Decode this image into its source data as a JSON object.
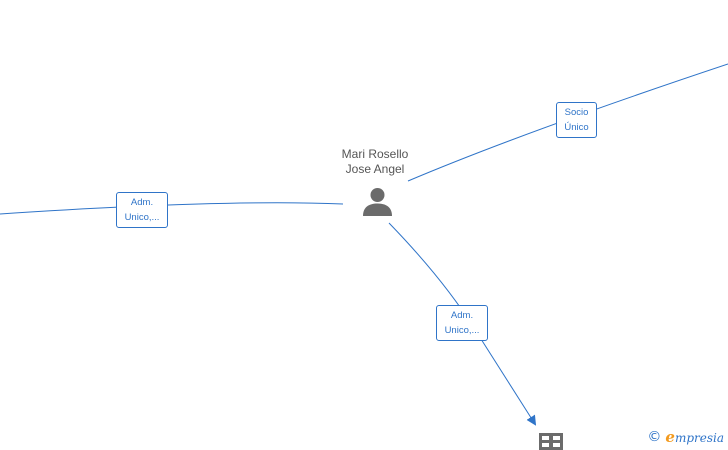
{
  "person": {
    "name_line1": "Mari Rosello",
    "name_line2": "Jose Angel",
    "icon": "person-icon"
  },
  "edges": [
    {
      "id": "left",
      "label_line1": "Adm.",
      "label_line2": "Unico,..."
    },
    {
      "id": "right",
      "label_line1": "Socio",
      "label_line2": "Único"
    },
    {
      "id": "bottom",
      "label_line1": "Adm.",
      "label_line2": "Unico,..."
    }
  ],
  "company": {
    "icon": "building-icon"
  },
  "watermark": {
    "symbol": "©",
    "brand_first": "e",
    "brand_rest": "mpresia"
  },
  "colors": {
    "edge": "#2f74c8",
    "icon": "#6b6b6b",
    "text": "#555555",
    "brand_accent": "#f39a1e"
  }
}
